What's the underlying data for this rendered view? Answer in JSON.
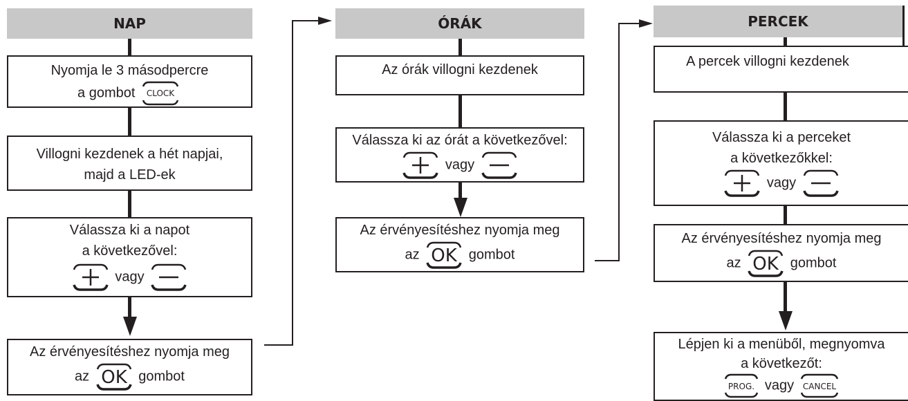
{
  "columns": {
    "nap": {
      "header": "NAP",
      "box1": {
        "line1": "Nyomja le 3 másodpercre",
        "line2_prefix": "a gombot",
        "button": "CLOCK"
      },
      "box2": {
        "line1": "Villogni kezdenek a hét napjai,",
        "line2": "majd a LED-ek"
      },
      "box3": {
        "line1": "Válassza ki a napot",
        "line2": "a következővel:",
        "vagy": "vagy"
      },
      "box4": {
        "line1": "Az érvényesítéshez nyomja meg",
        "prefix": "az",
        "button": "OK",
        "suffix": "gombot"
      }
    },
    "orak": {
      "header": "ÓRÁK",
      "box1": {
        "line1": "Az órák villogni kezdenek"
      },
      "box2": {
        "line1": "Válassza ki az órát a következővel:",
        "vagy": "vagy"
      },
      "box3": {
        "line1": "Az érvényesítéshez nyomja meg",
        "prefix": "az",
        "button": "OK",
        "suffix": "gombot"
      }
    },
    "percek": {
      "header": "PERCEK",
      "box1": {
        "line1": "A percek villogni kezdenek"
      },
      "box2": {
        "line1": "Válassza ki a perceket",
        "line2": "a következőkkel:",
        "vagy": "vagy"
      },
      "box3": {
        "line1": "Az érvényesítéshez nyomja meg",
        "prefix": "az",
        "button": "OK",
        "suffix": "gombot"
      },
      "box4": {
        "line1": "Lépjen ki a menüből, megnyomva",
        "line2": "a következőt:",
        "button_a": "PROG.",
        "vagy": "vagy",
        "button_b": "CANCEL"
      }
    }
  },
  "icons": [
    "plus-button-icon",
    "minus-button-icon",
    "ok-button-icon",
    "clock-button-icon",
    "prog-button-icon",
    "cancel-button-icon"
  ],
  "colors": {
    "header_bg": "#c8c8c8",
    "line": "#231f20"
  }
}
